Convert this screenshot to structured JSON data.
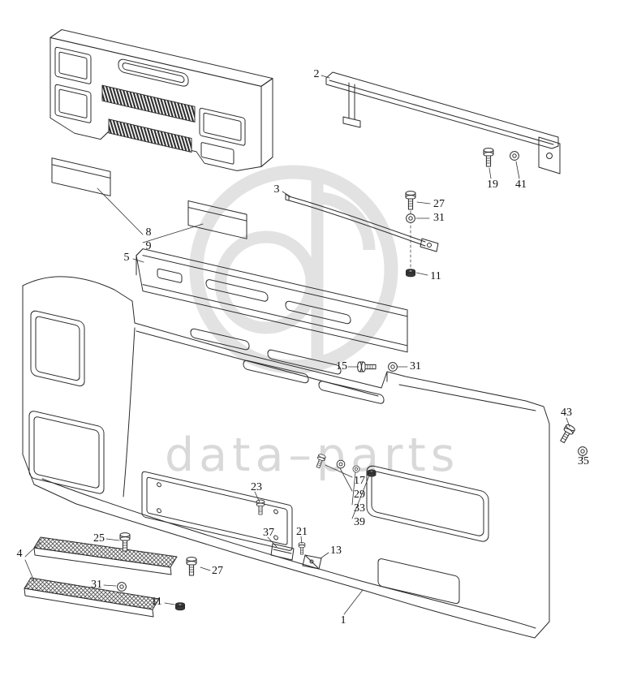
{
  "watermark": {
    "text": "data–parts"
  },
  "part_labels": [
    {
      "text": "2"
    },
    {
      "text": "8"
    },
    {
      "text": "9"
    },
    {
      "text": "3"
    },
    {
      "text": "27"
    },
    {
      "text": "31"
    },
    {
      "text": "19"
    },
    {
      "text": "41"
    },
    {
      "text": "11"
    },
    {
      "text": "5"
    },
    {
      "text": "15"
    },
    {
      "text": "31"
    },
    {
      "text": "43"
    },
    {
      "text": "35"
    },
    {
      "text": "17"
    },
    {
      "text": "29"
    },
    {
      "text": "33"
    },
    {
      "text": "39"
    },
    {
      "text": "23"
    },
    {
      "text": "37"
    },
    {
      "text": "21"
    },
    {
      "text": "13"
    },
    {
      "text": "25"
    },
    {
      "text": "4"
    },
    {
      "text": "27"
    },
    {
      "text": "31"
    },
    {
      "text": "11"
    },
    {
      "text": "1"
    }
  ]
}
